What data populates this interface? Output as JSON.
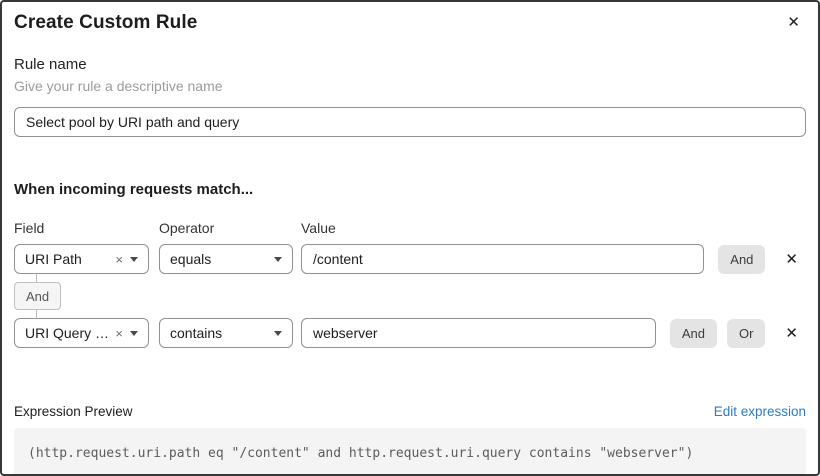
{
  "dialog": {
    "title": "Create Custom Rule",
    "close_icon": "✕"
  },
  "rule_name": {
    "label": "Rule name",
    "hint": "Give your rule a descriptive name",
    "value": "Select pool by URI path and query"
  },
  "match_section": {
    "heading": "When incoming requests match...",
    "columns": {
      "field": "Field",
      "operator": "Operator",
      "value": "Value"
    },
    "rows": [
      {
        "field": "URI Path",
        "operator": "equals",
        "value": "/content",
        "buttons": [
          "And"
        ],
        "remove_icon": "✕",
        "clear_icon": "×"
      },
      {
        "field": "URI Query St...",
        "operator": "contains",
        "value": "webserver",
        "buttons": [
          "And",
          "Or"
        ],
        "remove_icon": "✕",
        "clear_icon": "×"
      }
    ],
    "connector_label": "And"
  },
  "expression": {
    "label": "Expression Preview",
    "edit_link": "Edit expression",
    "code": "(http.request.uri.path eq \"/content\" and http.request.uri.query contains \"webserver\")"
  },
  "colors": {
    "link_blue": "#2d7cbf",
    "button_gray": "#e4e4e4",
    "code_background": "#f4f4f4",
    "border_gray": "#919191",
    "dialog_border": "#36383a"
  }
}
